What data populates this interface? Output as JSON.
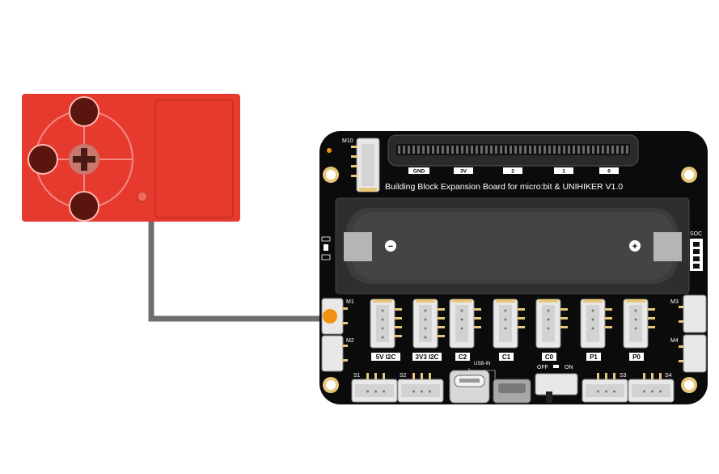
{
  "colors": {
    "module_red": "#E63A2E",
    "board_black": "#0B0B0B",
    "wire_gray": "#6E6E6E",
    "connector_orange": "#F29211",
    "hole_gold": "#E8C77A"
  },
  "board": {
    "title": "Building Block Expansion Board for micro:bit & UNIHIKER V1.0",
    "edge_pins": [
      "GND",
      "3V",
      "2",
      "1",
      "0"
    ],
    "m10_label": "M10",
    "soc_label": "SOC",
    "battery_minus": "−",
    "battery_plus": "+",
    "connector_labels": [
      "5V I2C",
      "3V3 I2C",
      "C2",
      "C1",
      "C0",
      "P1",
      "P0"
    ],
    "motor_labels": [
      "M1",
      "M2",
      "M3",
      "M4"
    ],
    "servo_labels": [
      "S1",
      "S2",
      "S3",
      "S4"
    ],
    "usb_label": "USB-IN",
    "switch_off": "OFF",
    "switch_on": "ON"
  },
  "module": {
    "icons": [
      "joystick-icon"
    ]
  }
}
